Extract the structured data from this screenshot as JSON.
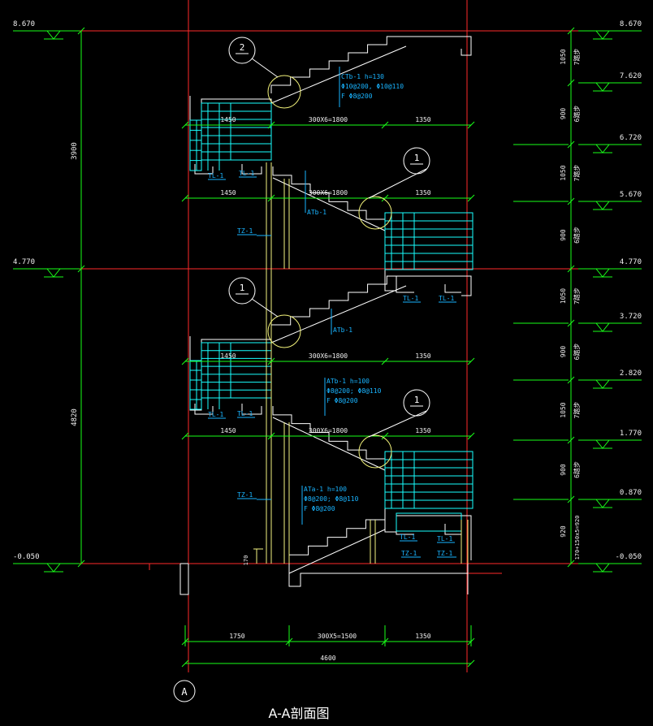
{
  "elevations_left": [
    "8.670",
    "4.770",
    "-0.050"
  ],
  "elevations_right": [
    "8.670",
    "7.620",
    "6.720",
    "5.670",
    "4.770",
    "3.720",
    "2.820",
    "1.770",
    "0.870",
    "-0.050"
  ],
  "left_dims": [
    "3900",
    "4820"
  ],
  "right_dims": [
    "1050",
    "900",
    "1050",
    "900",
    "1050",
    "900",
    "1050",
    "900",
    "920",
    "170+150x5=920"
  ],
  "step_counts": [
    "7踏步",
    "6踏步",
    "7踏步",
    "6踏步",
    "7踏步",
    "6踏步",
    "7踏步",
    "6踏步"
  ],
  "stair_dims": {
    "row1": [
      "1450",
      "300X6=1800",
      "1350"
    ],
    "row2": [
      "1450",
      "300X6=1800",
      "1350"
    ],
    "row3": [
      "1450",
      "300X6=1800",
      "1350"
    ],
    "row4": [
      "1450",
      "300X6=1800",
      "1350"
    ],
    "bottom": [
      "1750",
      "300X5=1500",
      "1350"
    ],
    "total": "4600"
  },
  "callouts": [
    "2",
    "1",
    "1",
    "1"
  ],
  "annotations": {
    "ctb1": [
      "CTb-1 h=130",
      "Φ10@200, Φ10@110",
      "F Φ8@200"
    ],
    "atb1_upper": "ATb-1",
    "atb1_mid": "ATb-1",
    "atb1_lower": [
      "ATb-1 h=100",
      "Φ8@200; Φ8@110",
      "F Φ8@200"
    ],
    "ata1": [
      "ATa-1 h=100",
      "Φ8@200; Φ8@110",
      "F Φ8@200"
    ],
    "tl1": "TL-1",
    "tz1": "TZ-1",
    "h170": "170"
  },
  "axis_label": "A",
  "title": "A-A剖面图",
  "colors": {
    "grid_red": "#ff2a2a",
    "elevation_green": "#19ff19",
    "wall_white": "#ffffff",
    "annotation_cyan": "#19b4ff",
    "tread_cyan": "#19ffff",
    "column_yellow": "#f5f582",
    "callout_yellow": "#f2f27a",
    "dim_text": "#f0f0f0"
  }
}
